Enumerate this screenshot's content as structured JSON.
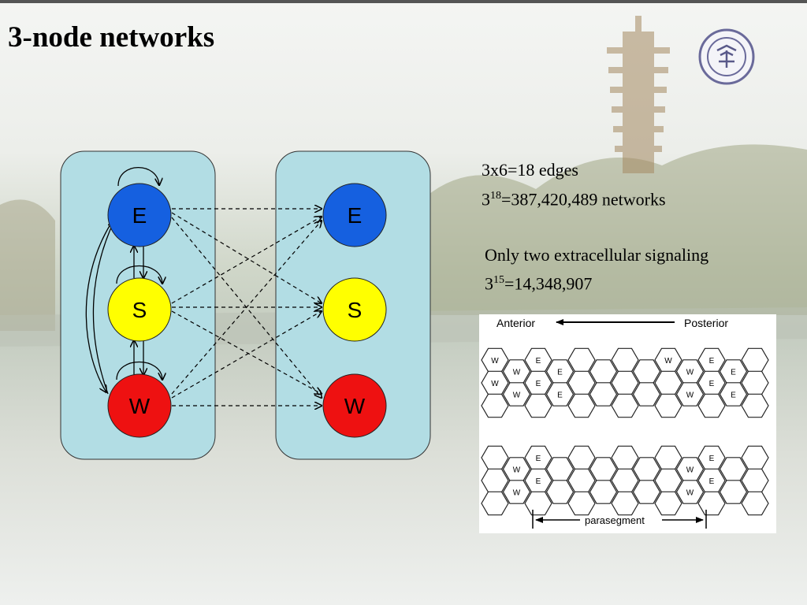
{
  "slide": {
    "title": "3-node networks"
  },
  "network": {
    "left_nodes": [
      {
        "id": "E",
        "label": "E",
        "color": "#1560e0"
      },
      {
        "id": "S",
        "label": "S",
        "color": "#ffff00"
      },
      {
        "id": "W",
        "label": "W",
        "color": "#ee1111"
      }
    ],
    "right_nodes": [
      {
        "id": "E",
        "label": "E",
        "color": "#1560e0"
      },
      {
        "id": "S",
        "label": "S",
        "color": "#ffff00"
      },
      {
        "id": "W",
        "label": "W",
        "color": "#ee1111"
      }
    ],
    "panel_color": "#b2dde4"
  },
  "notes": {
    "line1": "3x6=18 edges",
    "line2_base": "3",
    "line2_exp": "18",
    "line2_rest": "=387,420,489 networks",
    "line3": "Only two extracellular signaling",
    "line4_base": "3",
    "line4_exp": "15",
    "line4_rest": "=14,348,907"
  },
  "figure": {
    "anterior_label": "Anterior",
    "posterior_label": "Posterior",
    "parasegment_label": "parasegment",
    "cell_labels": [
      "W",
      "E"
    ]
  }
}
